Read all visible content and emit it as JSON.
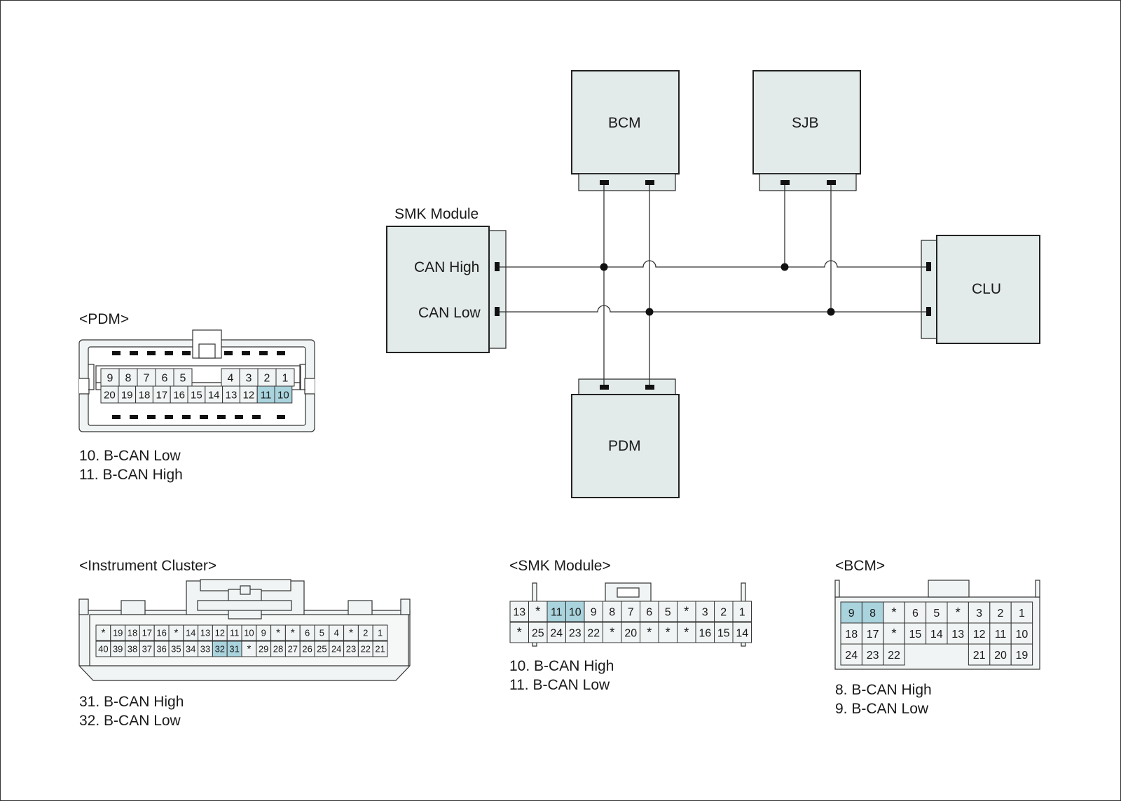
{
  "network": {
    "modules": {
      "bcm": "BCM",
      "sjb": "SJB",
      "clu": "CLU",
      "pdm": "PDM",
      "smk_title": "SMK Module",
      "can_high": "CAN High",
      "can_low": "CAN Low"
    }
  },
  "connectors": {
    "pdm": {
      "title": "<PDM>",
      "row1": [
        "9",
        "8",
        "7",
        "6",
        "5",
        "",
        "4",
        "3",
        "2",
        "1"
      ],
      "row2": [
        "20",
        "19",
        "18",
        "17",
        "16",
        "15",
        "14",
        "13",
        "12",
        "11",
        "10"
      ],
      "highlight": [
        "11",
        "10"
      ],
      "notes": [
        "10. B-CAN Low",
        "11. B-CAN High"
      ]
    },
    "cluster": {
      "title": "<Instrument Cluster>",
      "row1": [
        "*",
        "19",
        "18",
        "17",
        "16",
        "*",
        "14",
        "13",
        "12",
        "11",
        "10",
        "9",
        "*",
        "*",
        "6",
        "5",
        "4",
        "*",
        "2",
        "1"
      ],
      "row2": [
        "40",
        "39",
        "38",
        "37",
        "36",
        "35",
        "34",
        "33",
        "32",
        "31",
        "*",
        "29",
        "28",
        "27",
        "26",
        "25",
        "24",
        "23",
        "22",
        "21"
      ],
      "highlight": [
        "32",
        "31"
      ],
      "notes": [
        "31. B-CAN High",
        "32. B-CAN Low"
      ]
    },
    "smk": {
      "title": "<SMK Module>",
      "row1": [
        "13",
        "*",
        "11",
        "10",
        "9",
        "8",
        "7",
        "6",
        "5",
        "*",
        "3",
        "2",
        "1"
      ],
      "row2": [
        "*",
        "25",
        "24",
        "23",
        "22",
        "*",
        "20",
        "*",
        "*",
        "*",
        "16",
        "15",
        "14"
      ],
      "highlight": [
        "11",
        "10"
      ],
      "notes": [
        "10. B-CAN High",
        "11. B-CAN Low"
      ]
    },
    "bcm": {
      "title": "<BCM>",
      "row1": [
        "9",
        "8",
        "*",
        "6",
        "5",
        "*",
        "3",
        "2",
        "1"
      ],
      "row2": [
        "18",
        "17",
        "*",
        "15",
        "14",
        "13",
        "12",
        "11",
        "10"
      ],
      "row3": [
        "24",
        "23",
        "22",
        "",
        "",
        "",
        "21",
        "20",
        "19"
      ],
      "highlight": [
        "9",
        "8"
      ],
      "notes": [
        "8. B-CAN High",
        "9. B-CAN Low"
      ]
    }
  },
  "colors": {
    "box_fill": "#e3eaea",
    "pin_fill": "#f1f4f4",
    "highlight": "#a9d3dd",
    "line": "#333333"
  }
}
